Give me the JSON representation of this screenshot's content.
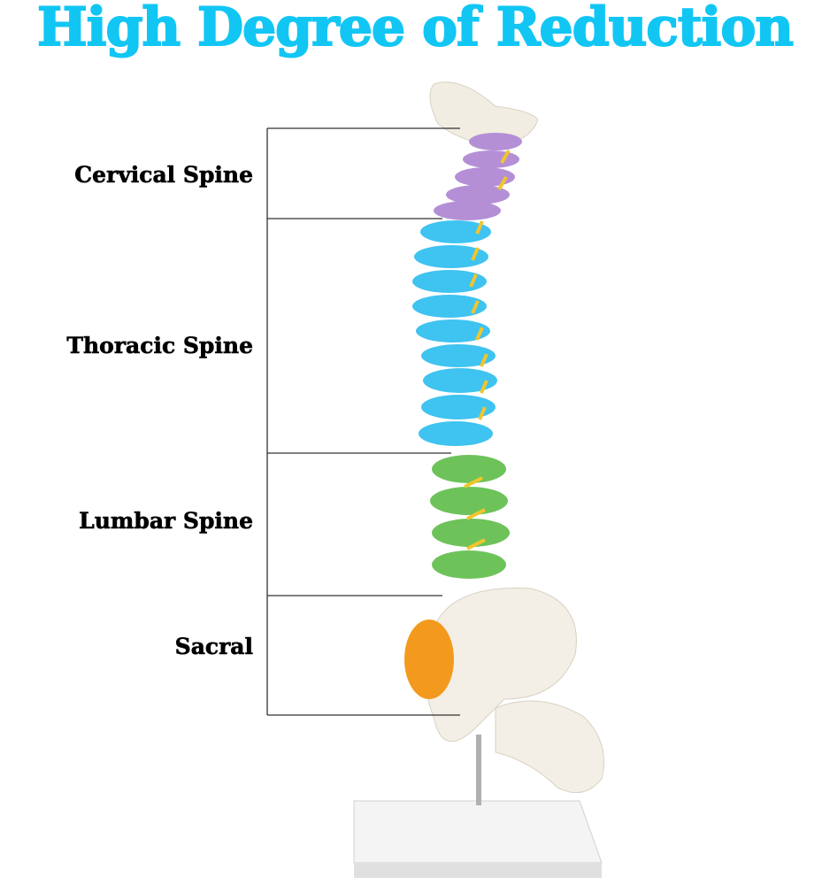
{
  "title": "High Degree of Reduction",
  "labels": {
    "cervical": "Cervical Spine",
    "thoracic": "Thoracic Spine",
    "lumbar": "Lumbar Spine",
    "sacral": "Sacral"
  },
  "colors": {
    "title": "#12c6f4",
    "cervical": "#b48fd6",
    "thoracic": "#3fc3f0",
    "lumbar": "#6dc35a",
    "sacral": "#f39a1e",
    "nerve": "#f2c52c",
    "bone": "#f3efe6"
  }
}
